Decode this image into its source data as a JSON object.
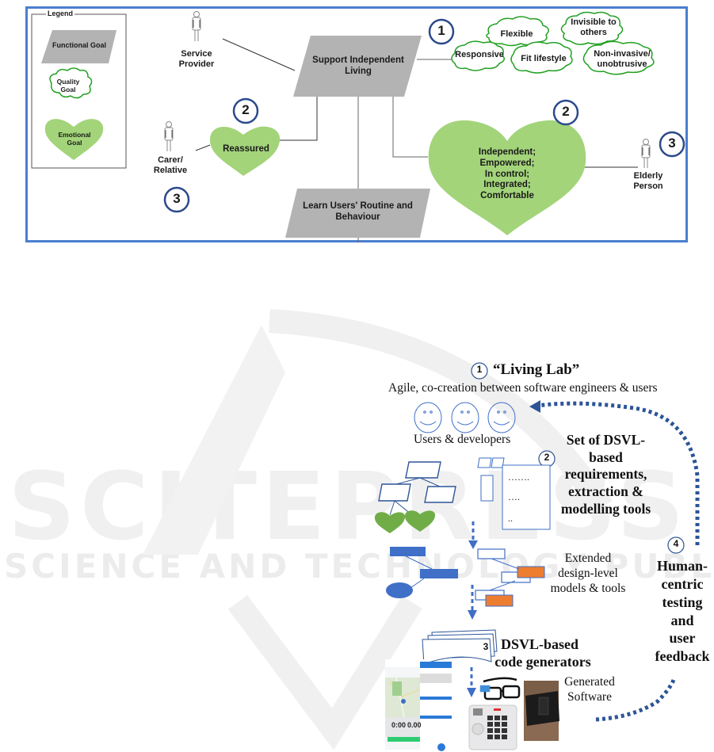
{
  "watermark": {
    "main": "SCITEPRESS",
    "sub": "SCIENCE AND TECHNOLOGY PUBLICATIONS"
  },
  "top_figure": {
    "legend": {
      "title": "Legend",
      "functional_goal": "Functional Goal",
      "quality_goal": "Quality Goal",
      "emotional_goal": "Emotional Goal"
    },
    "actors": {
      "service_provider": "Service Provider",
      "carer_relative": "Carer/ Relative",
      "elderly_person": "Elderly Person"
    },
    "functional_goals": {
      "support_independent_living": "Support Independent Living",
      "learn_routine": "Learn Users' Routine and Behaviour"
    },
    "emotional_goals": {
      "reassured": "Reassured",
      "elderly_emotions": [
        "Independent;",
        "Empowered;",
        "In control;",
        "Integrated;",
        "Comfortable"
      ]
    },
    "quality_goals": [
      "Flexible",
      "Invisible to others",
      "Responsive",
      "Fit lifestyle",
      "Non-invasive/ unobtrusive"
    ],
    "markers": {
      "quality": "1",
      "reassured": "2",
      "elderly_emotion": "2",
      "carer": "3",
      "elderly": "3"
    },
    "colors": {
      "frame": "#4a7fcf",
      "functional_fill": "#b3b3b3",
      "emotional_fill": "#a3d47a",
      "quality_stroke": "#22a022",
      "marker_stroke": "#2b4a8c"
    }
  },
  "bottom_figure": {
    "step1": {
      "number": "1",
      "title": "“Living Lab”",
      "subtitle": "Agile, co-creation between software engineers & users",
      "caption": "Users & developers"
    },
    "step2": {
      "number": "2",
      "lines": [
        "Set of DSVL-",
        "based",
        "requirements,",
        "extraction &",
        "modelling tools"
      ],
      "doc_lines": [
        "…….",
        "….",
        ".."
      ]
    },
    "design_models": {
      "lines": [
        "Extended",
        "design-level",
        "models & tools"
      ]
    },
    "step3": {
      "number": "3",
      "lines": [
        "DSVL-based",
        "code generators"
      ]
    },
    "generated": {
      "lines": [
        "Generated",
        "Software"
      ]
    },
    "step4": {
      "number": "4",
      "lines": [
        "Human-",
        "centric",
        "testing",
        "and",
        "user",
        "feedback"
      ]
    },
    "phone_app": {
      "time": "0:00",
      "distance": "0.00"
    },
    "colors": {
      "blue": "#3f6fc6",
      "dark_blue": "#2d5597",
      "orange": "#ed7d31",
      "green": "#70ad47"
    }
  }
}
